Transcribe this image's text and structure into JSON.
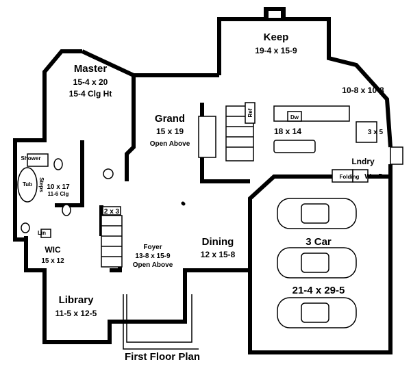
{
  "title": "First Floor Plan",
  "rooms": {
    "keep": {
      "name": "Keep",
      "size": "19-4 x 15-9"
    },
    "nook": {
      "size": "10-8 x 10-8"
    },
    "kitchen": {
      "size": "18 x 14",
      "dw": "Dw",
      "ref": "Ref"
    },
    "closet": {
      "size": "3 x 5"
    },
    "laundry": {
      "name": "Lndry",
      "folding": "Folding",
      "washer": "W",
      "dryer": "D"
    },
    "master": {
      "name": "Master",
      "size": "15-4 x 20",
      "ceiling": "15-4 Clg Ht"
    },
    "grand": {
      "name": "Grand",
      "size": "15 x 19",
      "note": "Open Above"
    },
    "bath": {
      "size": "10 x 17",
      "ceiling": "11-6 Clg",
      "shower": "Shower",
      "tub": "Tub",
      "steps": "Steps",
      "linen": "Lin"
    },
    "closet2": {
      "size": "2 x 3"
    },
    "wic": {
      "name": "WIC",
      "size": "15 x 12"
    },
    "foyer": {
      "name": "Foyer",
      "size": "13-8 x 15-9",
      "note": "Open Above"
    },
    "dining": {
      "name": "Dining",
      "size": "12 x 15-8"
    },
    "garage": {
      "name": "3 Car",
      "size": "21-4 x 29-5"
    },
    "library": {
      "name": "Library",
      "size": "11-5 x 12-5"
    }
  }
}
